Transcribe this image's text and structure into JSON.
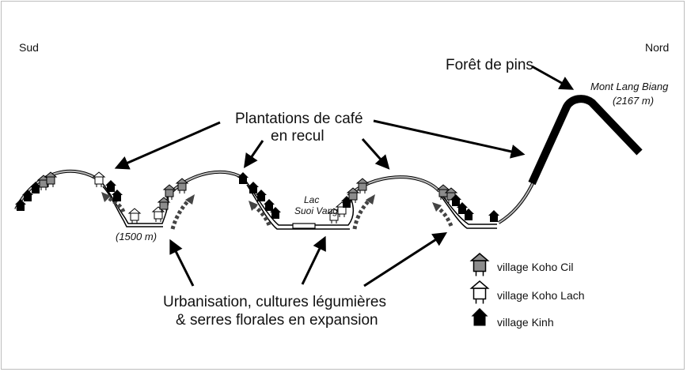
{
  "labels": {
    "south": "Sud",
    "north": "Nord",
    "pine_forest": "Forêt de pins",
    "mountain_name": "Mont Lang Biang",
    "mountain_alt": "(2167 m)",
    "coffee_line1": "Plantations de café",
    "coffee_line2": "en recul",
    "lake_line1": "Lac",
    "lake_line2": "Suoi Vang",
    "valley_alt": "(1500 m)",
    "urban_line1": "Urbanisation, cultures légumières",
    "urban_line2": "& serres florales en expansion"
  },
  "legend": [
    {
      "icon": "house-grey-icon",
      "label": "village Koho Cil",
      "color": "#8c8c8c"
    },
    {
      "icon": "house-white-icon",
      "label": "village Koho Lach",
      "color": "#ffffff"
    },
    {
      "icon": "house-black-icon",
      "label": "village Kinh",
      "color": "#000000"
    }
  ]
}
